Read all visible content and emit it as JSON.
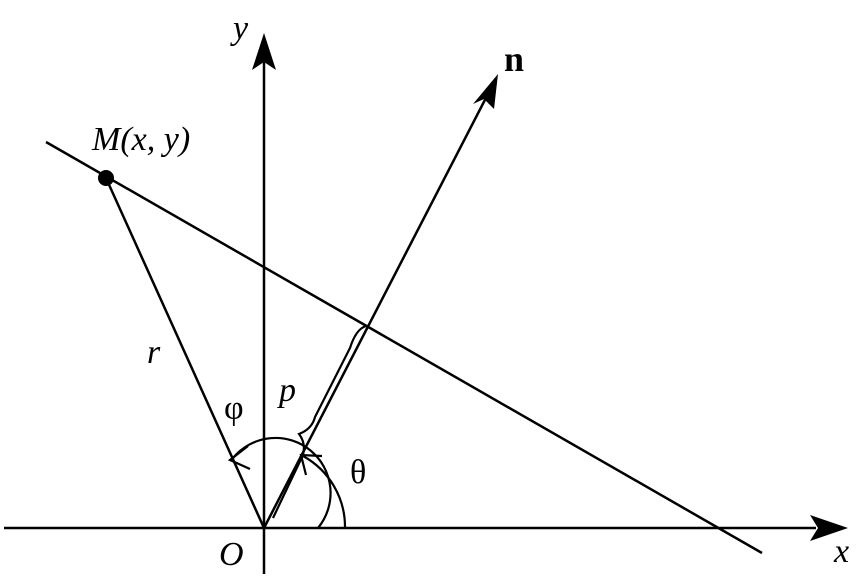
{
  "labels": {
    "y_axis": "y",
    "x_axis": "x",
    "origin": "O",
    "normal": "n",
    "point_name": "M(x, y)",
    "radius": "r",
    "distance": "p",
    "phi": "φ",
    "theta": "θ"
  },
  "style": {
    "line_color": "#000000",
    "background": "#ffffff"
  }
}
